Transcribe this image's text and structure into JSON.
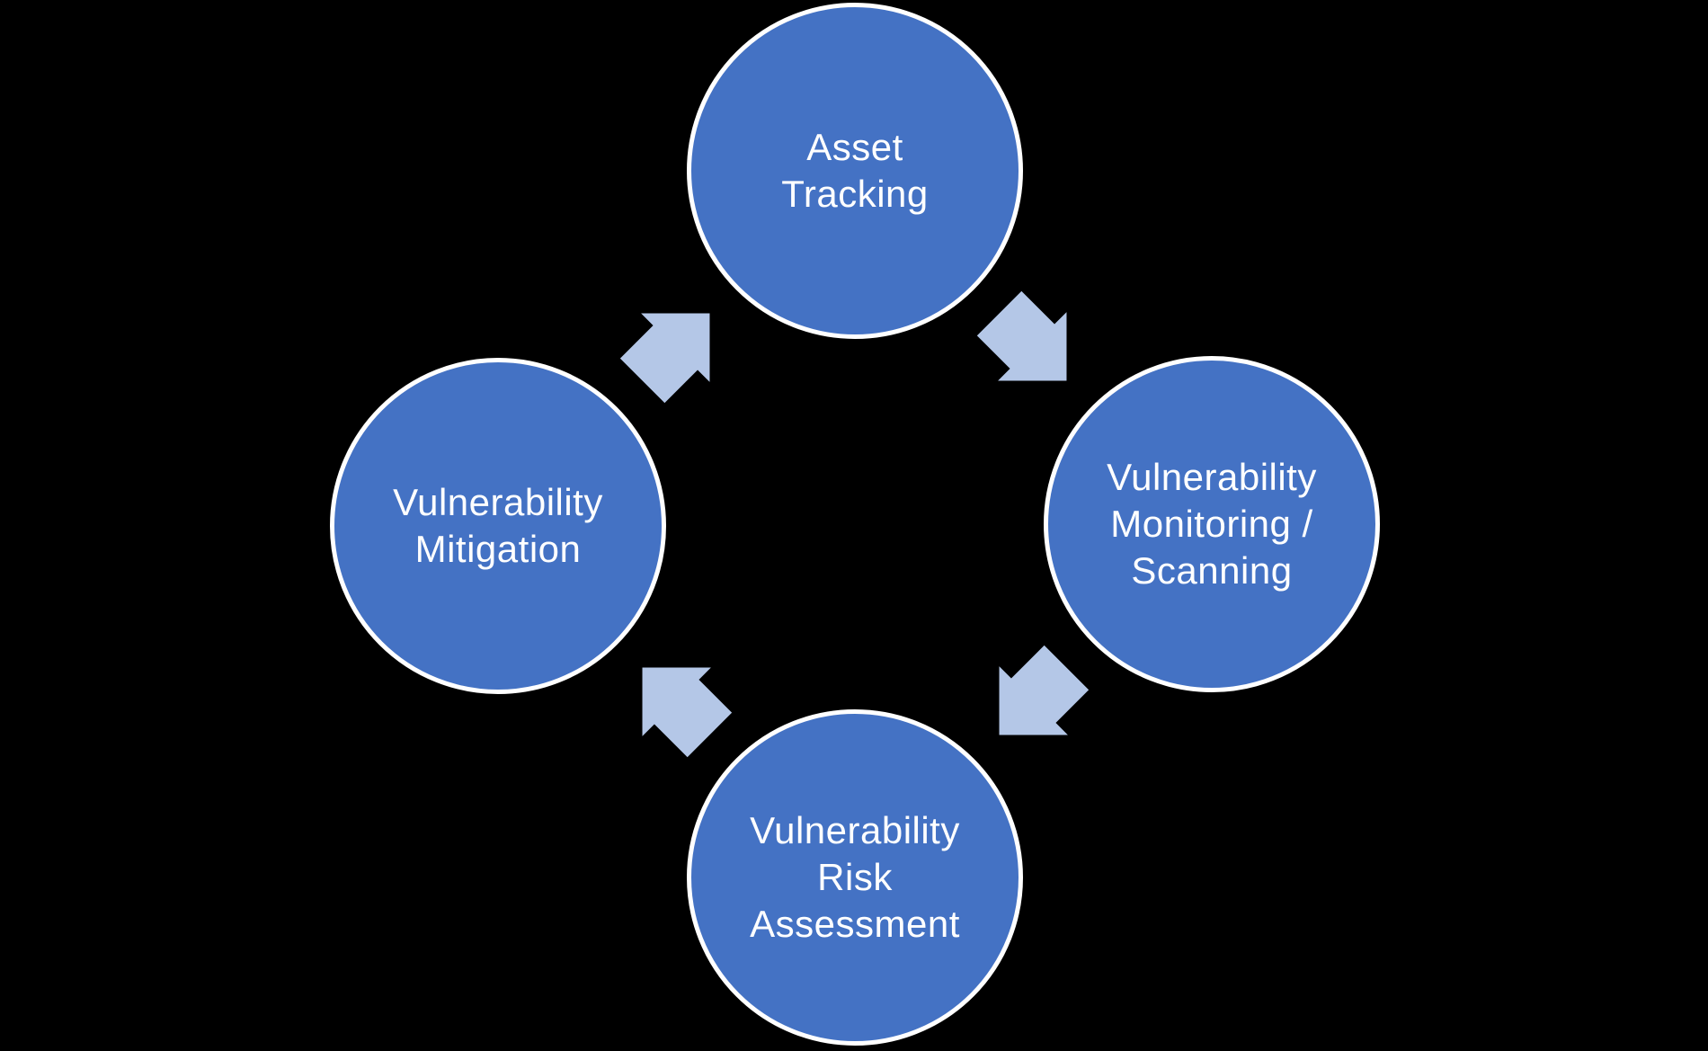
{
  "colors": {
    "background": "#000000",
    "node_fill": "#4472C4",
    "node_border": "#FFFFFF",
    "arrow_fill": "#B4C7E7",
    "label_text": "#FFFFFF"
  },
  "diagram": {
    "type": "cycle",
    "direction": "clockwise",
    "nodes": [
      {
        "id": "asset-tracking",
        "label": "Asset\nTracking"
      },
      {
        "id": "vulnerability-monitoring-scanning",
        "label": "Vulnerability\nMonitoring /\nScanning"
      },
      {
        "id": "vulnerability-risk-assessment",
        "label": "Vulnerability\nRisk\nAssessment"
      },
      {
        "id": "vulnerability-mitigation",
        "label": "Vulnerability\nMitigation"
      }
    ],
    "arrows": [
      {
        "from": "asset-tracking",
        "to": "vulnerability-monitoring-scanning"
      },
      {
        "from": "vulnerability-monitoring-scanning",
        "to": "vulnerability-risk-assessment"
      },
      {
        "from": "vulnerability-risk-assessment",
        "to": "vulnerability-mitigation"
      },
      {
        "from": "vulnerability-mitigation",
        "to": "asset-tracking"
      }
    ]
  }
}
